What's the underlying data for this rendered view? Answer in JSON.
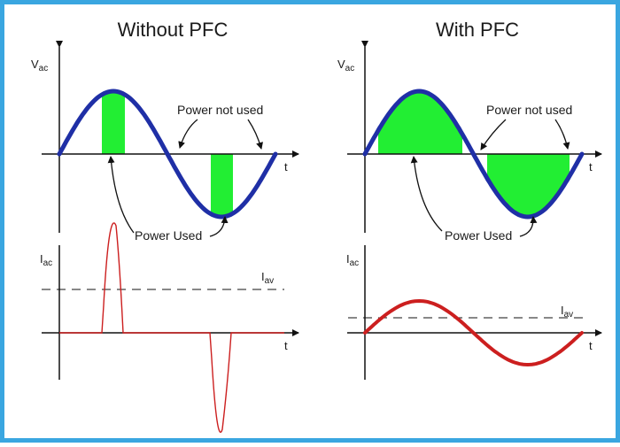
{
  "colors": {
    "frame": "#3aa6e0",
    "voltage_wave": "#1f2fa6",
    "current_wave": "#cc1f1f",
    "power_fill": "#22ee33"
  },
  "left": {
    "title": "Without PFC",
    "vac_label": "V",
    "vac_sub": "ac",
    "iac_label": "I",
    "iac_sub": "ac",
    "iav_label": "I",
    "iav_sub": "av",
    "t_label_top": "t",
    "t_label_bottom": "t",
    "power_not_used": "Power not used",
    "power_used": "Power Used"
  },
  "right": {
    "title": "With PFC",
    "vac_label": "V",
    "vac_sub": "ac",
    "iac_label": "I",
    "iac_sub": "ac",
    "iav_label": "I",
    "iav_sub": "av",
    "t_label_top": "t",
    "t_label_bottom": "t",
    "power_not_used": "Power not used",
    "power_used": "Power Used"
  }
}
